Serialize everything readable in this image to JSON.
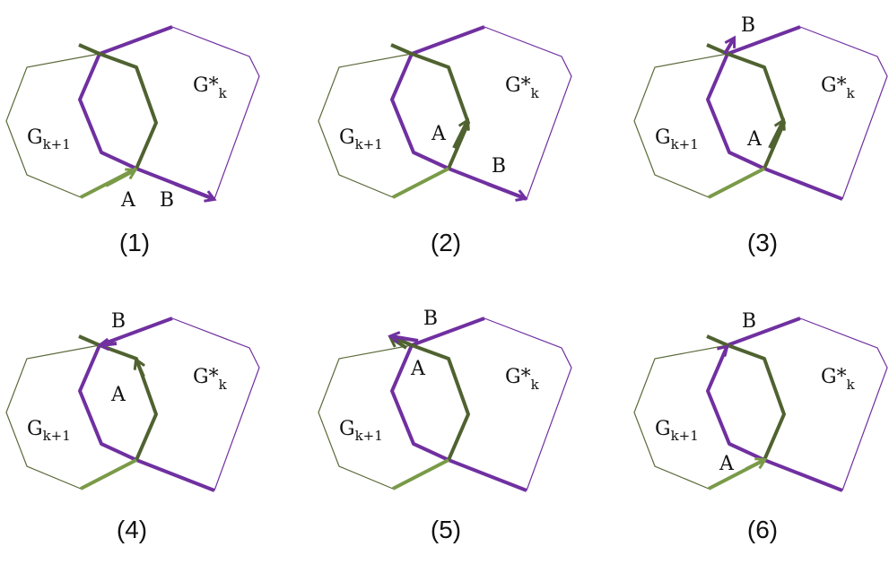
{
  "colors": {
    "g_outline": "#5a6a3a",
    "g_dark": "#4f6230",
    "g_light": "#7a9a48",
    "purple": "#7030a0",
    "text": "#111111"
  },
  "labels": {
    "g_name": "G",
    "g_sub": "k+1",
    "gstar_name": "G*",
    "gstar_sub": "k",
    "point_a": "A",
    "point_b": "B"
  },
  "panels": [
    {
      "caption": "(1)"
    },
    {
      "caption": "(2)"
    },
    {
      "caption": "(3)"
    },
    {
      "caption": "(4)"
    },
    {
      "caption": "(5)"
    },
    {
      "caption": "(6)"
    }
  ]
}
